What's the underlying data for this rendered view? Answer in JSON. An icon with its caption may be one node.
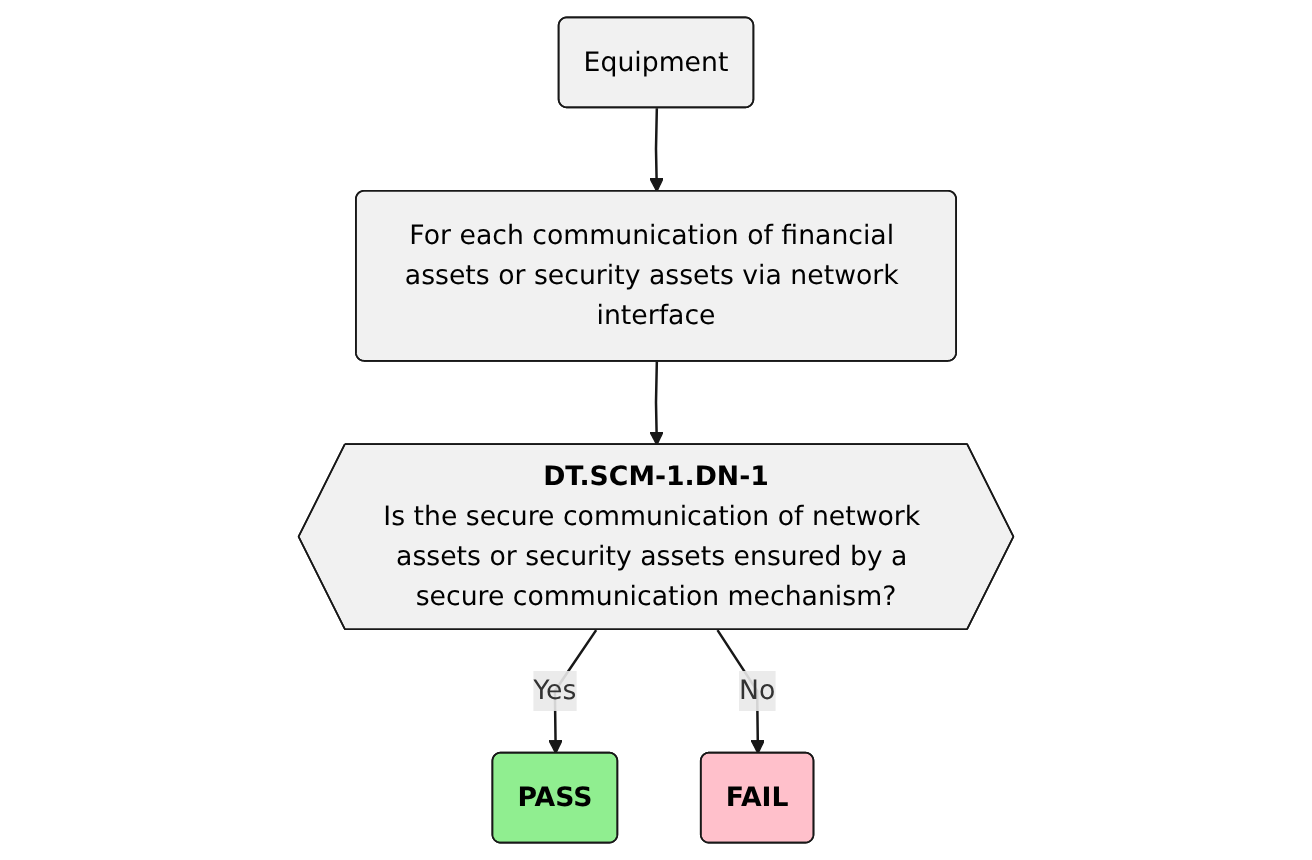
{
  "diagram": {
    "nodes": [
      {
        "text": [
          "Equipment"
        ]
      },
      {
        "text": [
          "For each communication of financial assets or security assets via network interface"
        ]
      },
      {
        "text": [
          "DT.SCM-1.DN-1",
          "Is the secure communication of network assets or security assets ensured by a secure communication mechanism?"
        ]
      },
      {
        "text": [
          "PASS"
        ]
      },
      {
        "text": [
          "FAIL"
        ]
      }
    ],
    "edges": [
      {
        "from": 0,
        "to": 1,
        "arrow": "to"
      },
      {
        "from": 1,
        "to": 2,
        "arrow": "to"
      },
      {
        "from": 2,
        "to": 3,
        "arrow": "to",
        "label": "Yes"
      },
      {
        "from": 2,
        "to": 4,
        "arrow": "to",
        "label": "No"
      }
    ]
  }
}
